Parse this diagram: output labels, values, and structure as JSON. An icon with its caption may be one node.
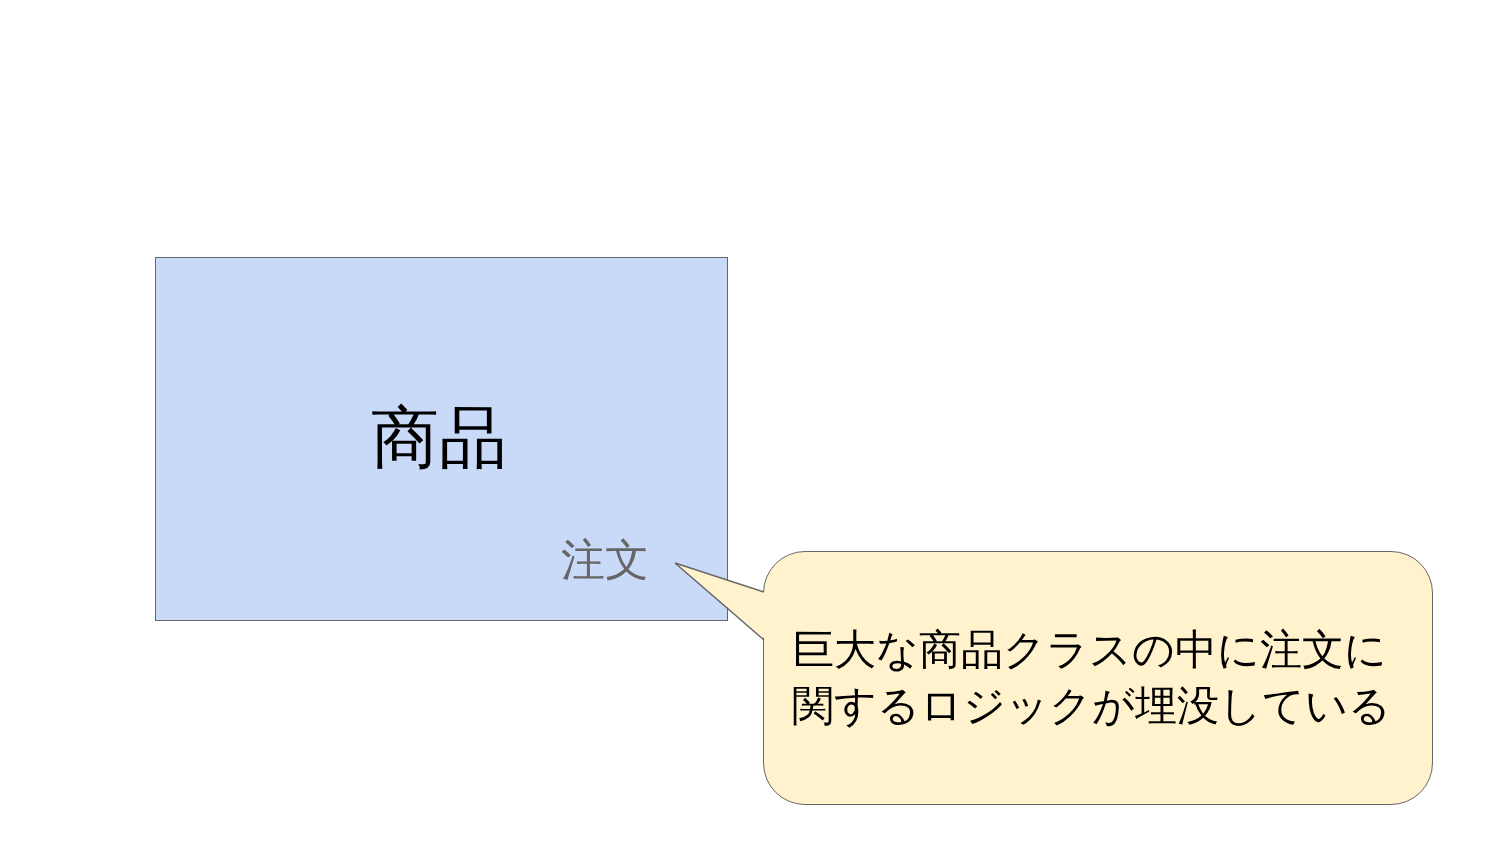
{
  "diagram": {
    "nodes": [
      {
        "text": [
          "商品"
        ]
      },
      {
        "text": [
          "注文"
        ],
        "in": 0
      },
      {
        "text": [
          "巨大な商品クラスの中に注文に関するロジックが埋没している"
        ]
      }
    ],
    "edges": [
      {
        "from": 2,
        "to": 1,
        "arrow": "none"
      }
    ]
  }
}
